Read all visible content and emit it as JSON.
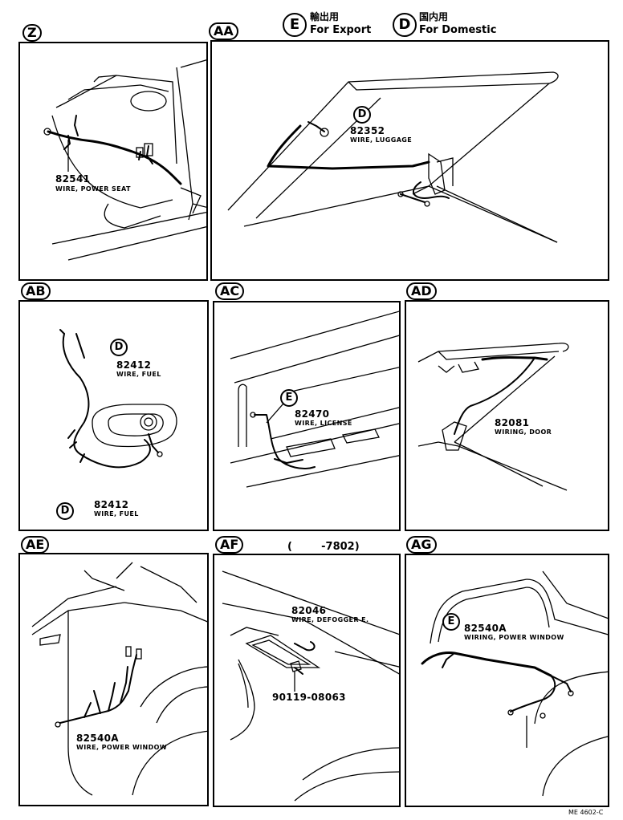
{
  "legend": {
    "export": {
      "marker": "E",
      "jp": "輸出用",
      "en": "For Export"
    },
    "domestic": {
      "marker": "D",
      "jp": "国内用",
      "en": "For Domestic"
    }
  },
  "panels": [
    {
      "id": "Z",
      "parts": [
        {
          "number": "82541",
          "desc": "WIRE, POWER SEAT"
        }
      ]
    },
    {
      "id": "AA",
      "parts": [
        {
          "number": "82352",
          "desc": "WIRE, LUGGAGE",
          "marker": "D"
        }
      ]
    },
    {
      "id": "AB",
      "parts": [
        {
          "number": "82412",
          "desc": "WIRE, FUEL",
          "marker": "D"
        },
        {
          "number": "82412",
          "desc": "WIRE, FUEL",
          "marker": "D"
        }
      ]
    },
    {
      "id": "AC",
      "parts": [
        {
          "number": "82470",
          "desc": "WIRE, LICENSE",
          "marker": "E"
        }
      ]
    },
    {
      "id": "AD",
      "parts": [
        {
          "number": "82081",
          "desc": "WIRING, DOOR"
        }
      ]
    },
    {
      "id": "AE",
      "parts": [
        {
          "number": "82540A",
          "desc": "WIRE, POWER WINDOW"
        }
      ]
    },
    {
      "id": "AF",
      "note": "(        -7802)",
      "parts": [
        {
          "number": "82046",
          "desc": "WIRE, DEFOGGER E."
        },
        {
          "number": "90119-08063",
          "desc": ""
        }
      ]
    },
    {
      "id": "AG",
      "parts": [
        {
          "number": "82540A",
          "desc": "WIRING, POWER WINDOW",
          "marker": "E"
        }
      ]
    }
  ],
  "footer": {
    "code": "ME 4602-C"
  }
}
